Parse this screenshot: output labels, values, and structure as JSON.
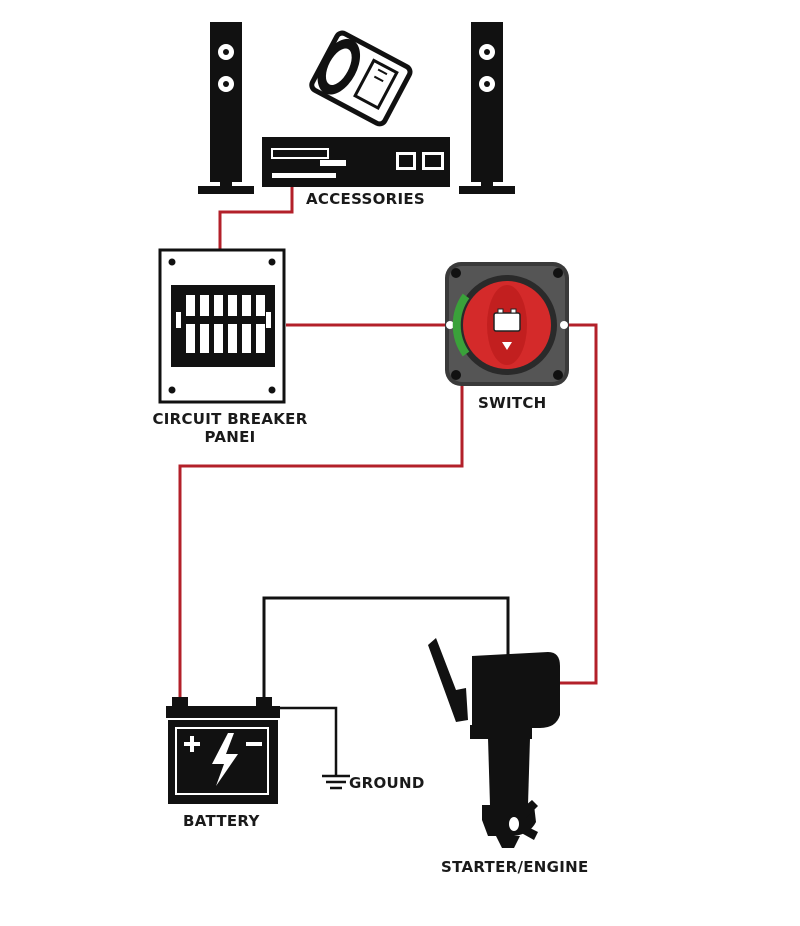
{
  "labels": {
    "accessories": "ACCESSORIES",
    "circuit_breaker_line1": "CIRCUIT BREAKER",
    "circuit_breaker_line2": "PANEI",
    "switch": "SWITCH",
    "battery": "BATTERY",
    "ground": "GROUND",
    "starter_engine": "STARTER/ENGINE"
  },
  "colors": {
    "wire_positive": "#b3202a",
    "wire_negative": "#111111",
    "switch_knob": "#d42a2a",
    "switch_indicator": "#3aa13a",
    "component_fill": "#111111"
  }
}
